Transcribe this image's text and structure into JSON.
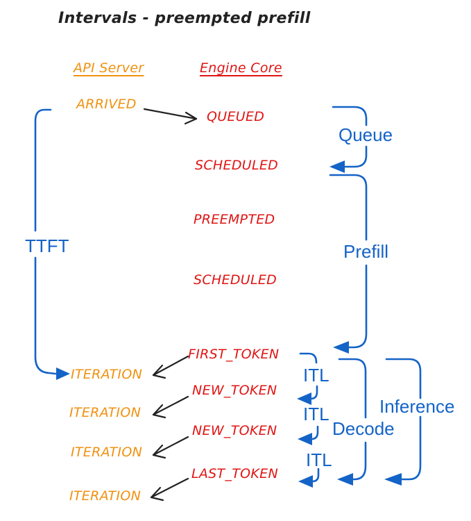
{
  "title": "Intervals - preempted prefill",
  "colors": {
    "background": "#FFFFFF",
    "ink": "#222222",
    "api": "#F09110",
    "engine": "#E01414",
    "interval": "#1463C7"
  },
  "columns": {
    "api_server": "API Server",
    "engine_core": "Engine Core"
  },
  "events": {
    "arrived": "ARRIVED",
    "queued": "QUEUED",
    "scheduled": "SCHEDULED",
    "preempted": "PREEMPTED",
    "first_token": "FIRST_TOKEN",
    "new_token": "NEW_TOKEN",
    "last_token": "LAST_TOKEN",
    "iteration": "ITERATION"
  },
  "intervals": {
    "ttft": "TTFT",
    "queue": "Queue",
    "prefill": "Prefill",
    "itl": "ITL",
    "decode": "Decode",
    "inference": "Inference"
  }
}
